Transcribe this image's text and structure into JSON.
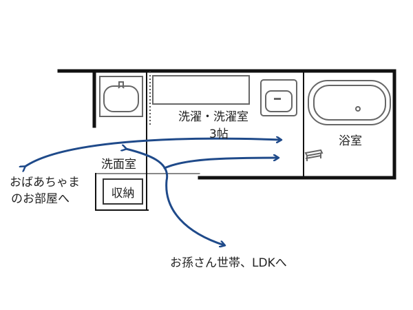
{
  "rooms": {
    "laundry_title": "洗濯・洗濯室",
    "laundry_size": "3帖",
    "bath": "浴室",
    "washroom": "洗面室",
    "storage": "収納"
  },
  "destinations": {
    "grandma_line1": "おばあちゃま",
    "grandma_line2": "のお部屋へ",
    "grandchild": "お孫さん世帯、LDKへ"
  },
  "colors": {
    "wall": "#111111",
    "arrow": "#1f4a8a",
    "fixture": "#666666"
  },
  "icons": [
    "sink-icon",
    "washing-machine-icon",
    "bathtub-icon",
    "stool-icon",
    "arrow-icon"
  ]
}
